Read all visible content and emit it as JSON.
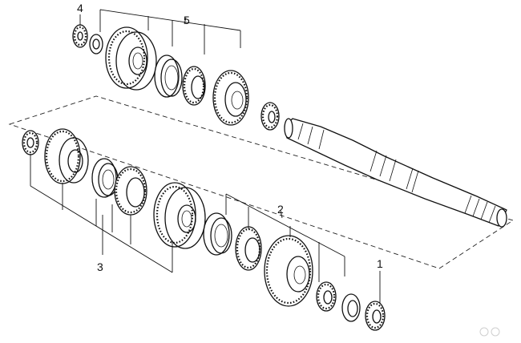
{
  "callouts": {
    "c1": "1",
    "c2": "2",
    "c3": "3",
    "c4": "4",
    "c5": "5"
  },
  "colors": {
    "ink": "#111111",
    "background": "#ffffff"
  }
}
